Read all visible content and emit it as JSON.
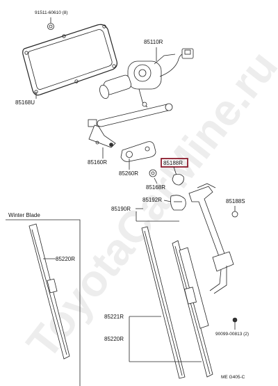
{
  "watermark": "ToyotaCarMine.ru",
  "highlight_color": "#8b1a2b",
  "labels": {
    "gasket_bolt": "91511-60610 (8)",
    "motor": "85110R",
    "gasket": "85168U",
    "link": "85160R",
    "crank": "85260R",
    "highlighted": "85188R",
    "bushing": "85168R",
    "cap": "85192R",
    "arm": "85190R",
    "arm_cap": "85188S",
    "winter_blade_title": "Winter Blade",
    "winter_blade": "85220R",
    "blade_rubber": "85221R",
    "blade": "85220R",
    "screw": "90099-00813 (2)",
    "catalog_ref": "ME G405-C"
  }
}
